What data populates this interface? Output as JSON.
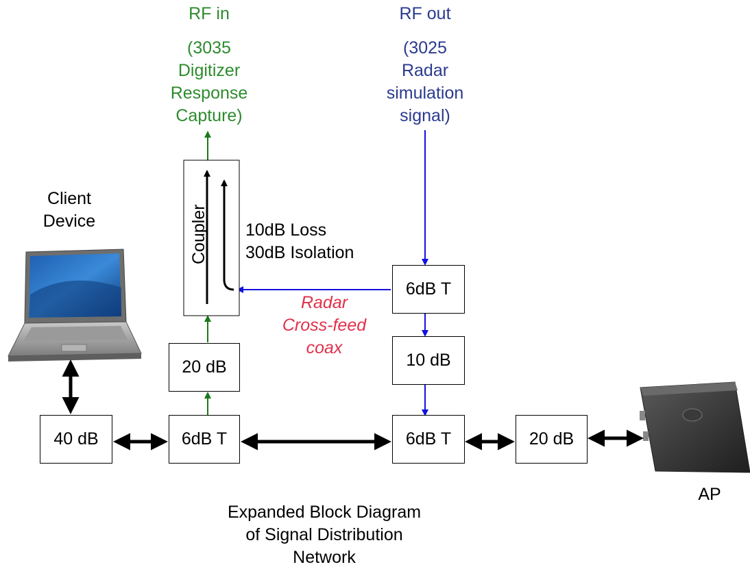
{
  "labels": {
    "rf_in": "RF in",
    "rf_in_sub": [
      "(3035",
      "Digitizer",
      "Response",
      "Capture)"
    ],
    "rf_out": "RF out",
    "rf_out_sub": [
      "(3025",
      "Radar",
      "simulation",
      "signal)"
    ],
    "client": [
      "Client",
      "Device"
    ],
    "coupler": "Coupler",
    "coupler_spec": [
      "10dB Loss",
      "30dB Isolation"
    ],
    "crossfeed": [
      "Radar",
      "Cross-feed",
      "coax"
    ],
    "ap": "AP",
    "caption": [
      "Expanded Block Diagram",
      "of Signal Distribution",
      "Network"
    ]
  },
  "blocks": {
    "att_40": "40 dB",
    "tee_left": "6dB T",
    "att_20_left": "20 dB",
    "tee_mid": "6dB T",
    "tee_top": "6dB T",
    "att_10": "10 dB",
    "att_20_right": "20 dB"
  },
  "colors": {
    "rf_in": "#2e8b2e",
    "rf_out": "#2b3a8f",
    "arrow_blue": "#1010e0",
    "arrow_green": "#1a7a1a",
    "crossfeed": "#e0304a",
    "line": "#000000"
  },
  "icons": {
    "client": "laptop-icon",
    "ap": "access-point-icon"
  }
}
